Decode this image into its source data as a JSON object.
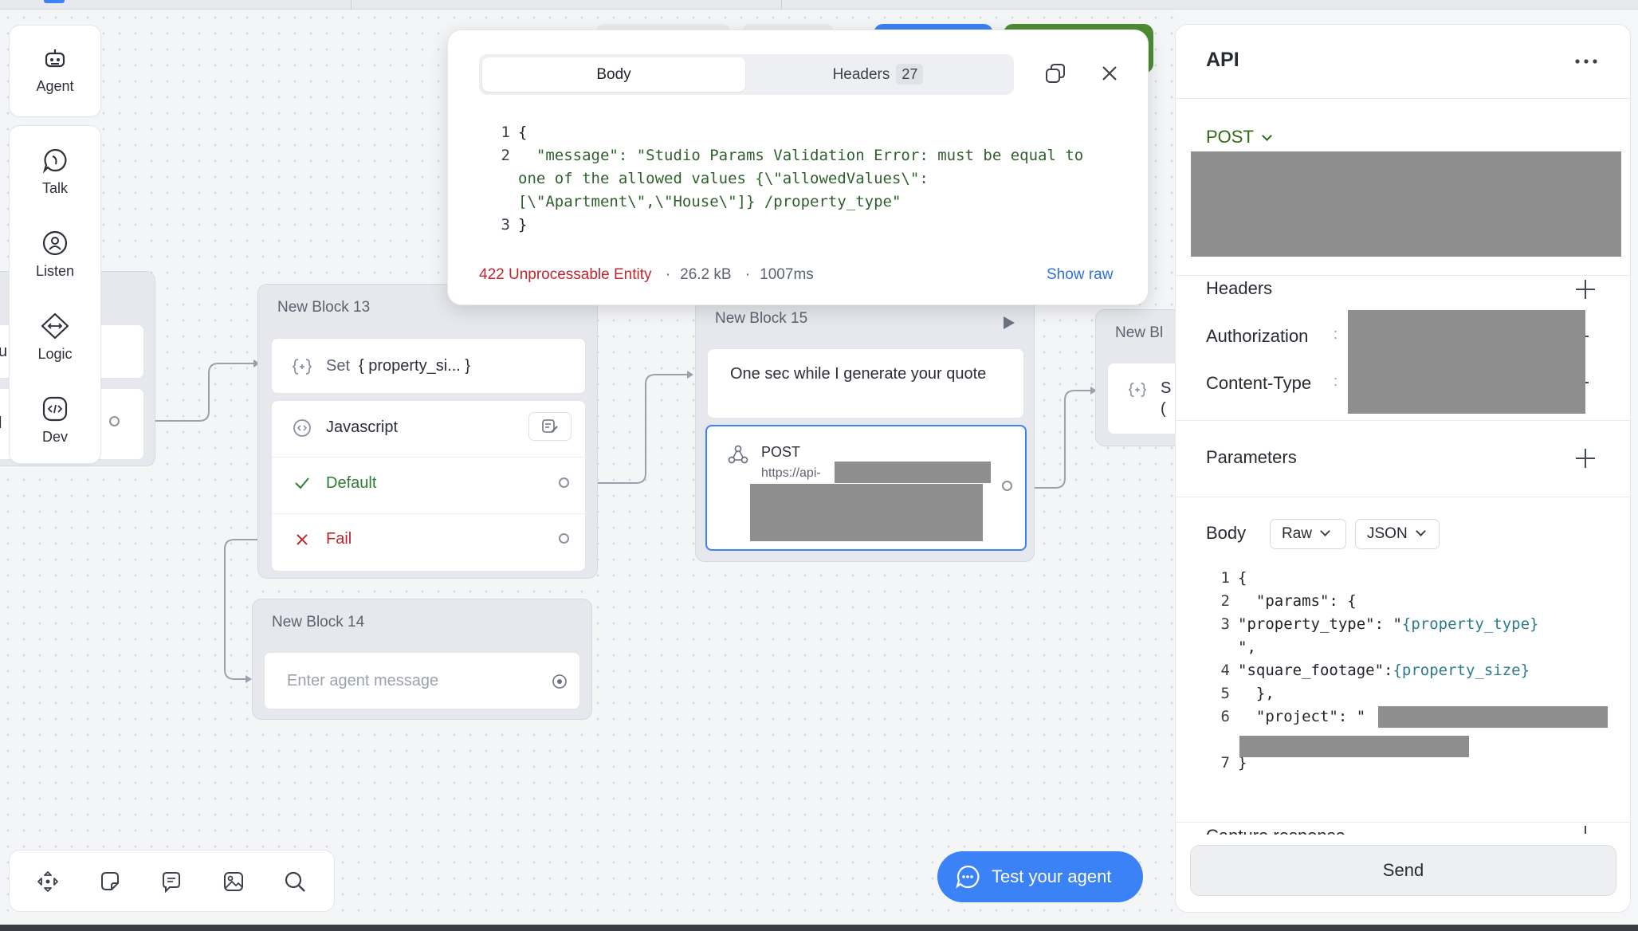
{
  "nav": {
    "agent": "Agent",
    "talk": "Talk",
    "listen": "Listen",
    "logic": "Logic",
    "dev": "Dev"
  },
  "canvas": {
    "block13": {
      "title": "New Block 13",
      "set_prefix": "Set",
      "set_label": "{ property_si... }",
      "javascript": "Javascript",
      "default": "Default",
      "fail": "Fail"
    },
    "block14": {
      "title": "New Block 14",
      "placeholder": "Enter agent message"
    },
    "block15": {
      "title": "New Block 15",
      "message": "One sec while I generate your quote",
      "method": "POST",
      "url_prefix": "https://api-"
    },
    "block16": {
      "title": "New Bl",
      "frag_a": "S",
      "frag_b": "("
    },
    "left_block": {
      "frag_a": "u",
      "frag_b": "l"
    }
  },
  "response_popup": {
    "tab_body": "Body",
    "tab_headers": "Headers",
    "headers_count": "27",
    "code_lines": [
      {
        "n": "1",
        "text": "{"
      },
      {
        "n": "2",
        "text": "  \"message\": \"Studio Params Validation Error: must be equal to"
      },
      {
        "n": "",
        "text": "one of the allowed values {\\\"allowedValues\\\":"
      },
      {
        "n": "",
        "text": "[\\\"Apartment\\\",\\\"House\\\"]} /property_type\""
      },
      {
        "n": "3",
        "text": "}"
      }
    ],
    "status": "422 Unprocessable Entity",
    "size": "26.2 kB",
    "time": "1007ms",
    "show_raw": "Show raw",
    "separator": "·"
  },
  "api_panel": {
    "title": "API",
    "method": "POST",
    "headers_label": "Headers",
    "header_rows": [
      {
        "key": "Authorization",
        "colon": ":"
      },
      {
        "key": "Content-Type",
        "colon": ":"
      }
    ],
    "parameters_label": "Parameters",
    "body_label": "Body",
    "body_mode": "Raw",
    "body_format": "JSON",
    "body_lines": [
      {
        "n": "1",
        "pre": "{",
        "var": "",
        "post": ""
      },
      {
        "n": "2",
        "pre": "  \"params\": {",
        "var": "",
        "post": ""
      },
      {
        "n": "3",
        "pre": "    \"property_type\": \"",
        "var": "{property_type}",
        "post": ""
      },
      {
        "n": "",
        "pre": "\",",
        "var": "",
        "post": ""
      },
      {
        "n": "4",
        "pre": "    \"square_footage\":",
        "var": "{property_size}",
        "post": ""
      },
      {
        "n": "5",
        "pre": "  },",
        "var": "",
        "post": ""
      },
      {
        "n": "6",
        "pre": "  \"project\": \"",
        "var": "",
        "post": ""
      },
      {
        "n": "7",
        "pre": "}",
        "var": "",
        "post": ""
      }
    ],
    "capture_label": "Capture response",
    "send": "Send"
  },
  "test_agent": "Test your agent",
  "colors": {
    "accent_blue": "#3b82f6",
    "error_red": "#c0262d",
    "success_green": "#2e7d32",
    "post_green": "#2e6b12"
  }
}
